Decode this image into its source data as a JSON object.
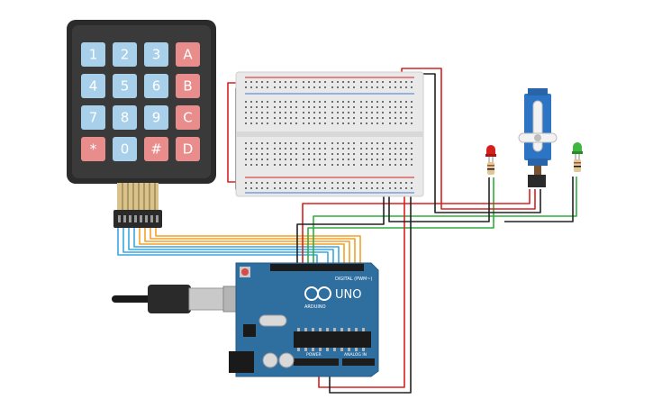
{
  "keypad": {
    "rows": [
      [
        "1",
        "2",
        "3",
        "A"
      ],
      [
        "4",
        "5",
        "6",
        "B"
      ],
      [
        "7",
        "8",
        "9",
        "C"
      ],
      [
        "*",
        "0",
        "#",
        "D"
      ]
    ]
  },
  "board": {
    "model": "UNO",
    "brand": "ARDUINO",
    "header_digital": "DIGITAL (PWM~)",
    "header_power": "POWER",
    "header_analog": "ANALOG IN"
  },
  "colors": {
    "keypad_body": "#2b2b2b",
    "key_blue": "#a9d0ea",
    "key_red": "#e98c8c",
    "board": "#2f6fa0",
    "breadboard": "#e9e9e9",
    "wire_orange": "#f2a12a",
    "wire_blue": "#39a7e0",
    "wire_red": "#d82020",
    "wire_black": "#222222",
    "wire_green": "#2fae3a",
    "led_red": "#d51e1e",
    "led_green": "#3fb63f",
    "servo": "#2d74c4"
  }
}
